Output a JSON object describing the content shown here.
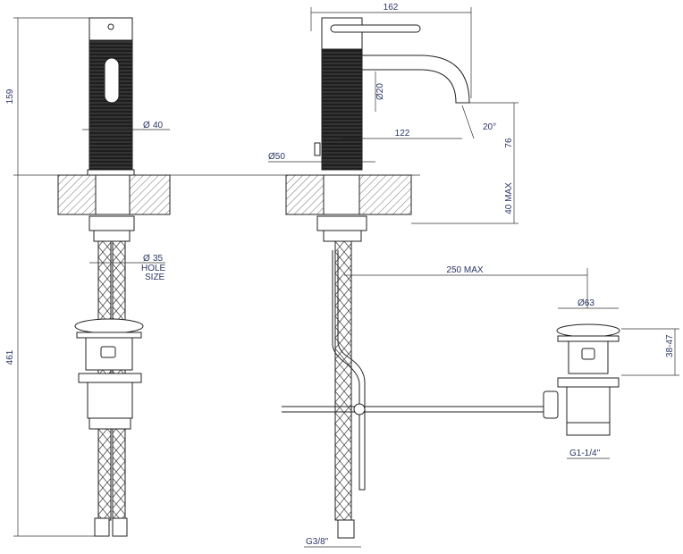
{
  "title": "Basin mixer technical drawing",
  "dimensions": {
    "height_above_counter": "159",
    "total_below": "461",
    "body_diameter": "40",
    "hole_diameter": "35",
    "hole_size_line1": "HOLE",
    "hole_size_line2": "SIZE",
    "overall_length": "162",
    "spout_diameter": "20",
    "spout_angle": "20°",
    "spout_reach": "122",
    "spout_height": "76",
    "base_diameter": "50",
    "counter_thickness": "40 MAX",
    "rod_distance": "250 MAX",
    "waste_diameter": "63",
    "waste_range": "38-47",
    "waste_thread": "G1-1/4\"",
    "hose_thread": "G3/8\""
  },
  "symbols": {
    "diameter": "Ø"
  }
}
